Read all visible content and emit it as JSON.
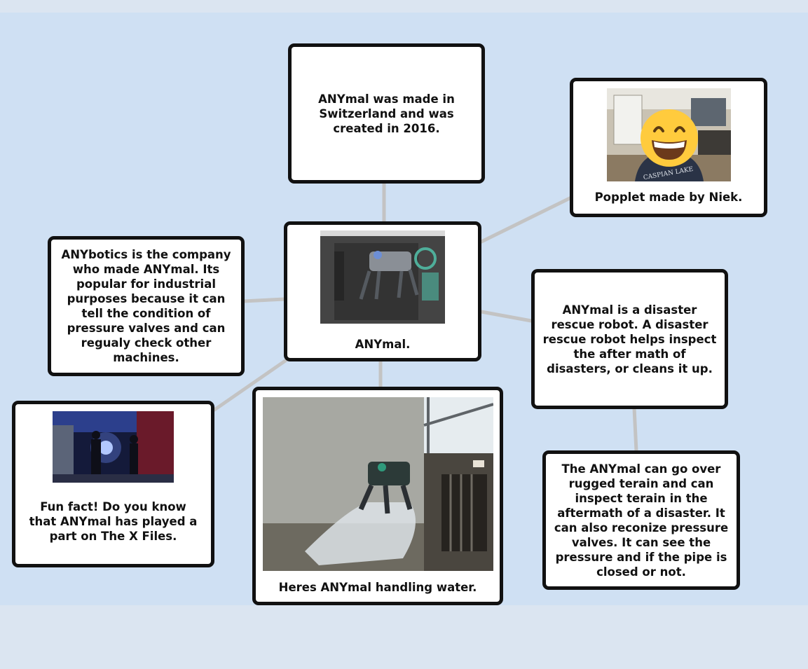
{
  "popplets": {
    "origin": "ANYmal was made in Switzerland and was created in 2016.",
    "author": "Popplet made by Niek.",
    "company": "ANYbotics is the company who made ANYmal. Its popular for industrial purposes because it can tell the condition of pressure valves and can regualy check other machines.",
    "center": "ANYmal.",
    "rescue": "ANYmal is a disaster rescue robot. A disaster rescue robot helps inspect the after math of disasters, or cleans it up.",
    "xfiles": "Fun fact! Do you know that ANYmal has played a part on The X Files.",
    "water": "Heres ANYmal handling water.",
    "terrain": "The ANYmal can go over rugged terain and can inspect terain in the aftermath of a disaster. It can also reconize pressure valves. It can see the pressure and if the pipe is closed or not."
  },
  "photo_text": {
    "shirt": "CASPIAN LAKE"
  },
  "colors": {
    "board": "#cfe0f3",
    "connector": "#c3c3c3",
    "border": "#111111"
  },
  "icons": {
    "face": "grinning-face-emoji"
  }
}
